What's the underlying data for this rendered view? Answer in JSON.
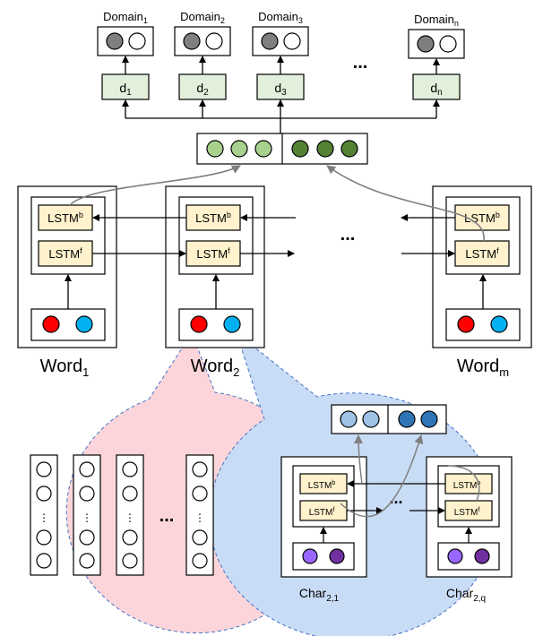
{
  "domains": [
    {
      "label": "Domain",
      "sub": "1",
      "decoder": "d",
      "decoder_sub": "1"
    },
    {
      "label": "Domain",
      "sub": "2",
      "decoder": "d",
      "decoder_sub": "2"
    },
    {
      "label": "Domain",
      "sub": "3",
      "decoder": "d",
      "decoder_sub": "3"
    },
    {
      "label": "Domain",
      "sub": "n",
      "decoder": "d",
      "decoder_sub": "n"
    }
  ],
  "domain_ellipsis": "...",
  "lstm_backward": {
    "base": "LSTM",
    "sup": "b"
  },
  "lstm_forward": {
    "base": "LSTM",
    "sup": "f"
  },
  "words": [
    {
      "label": "Word",
      "sub": "1"
    },
    {
      "label": "Word",
      "sub": "2"
    },
    {
      "label": "Word",
      "sub": "m"
    }
  ],
  "word_ellipsis": "...",
  "embedding_ellipsis": "...",
  "chars": [
    {
      "label": "Char",
      "sub": "2,1"
    },
    {
      "label": "Char",
      "sub": "2,q"
    }
  ],
  "char_ellipsis": "...",
  "colors": {
    "decoder_fill": "#e2efda",
    "lstm_fill": "#fff2cc",
    "pink_bubble": "#fcd5da",
    "blue_bubble": "#c9dcf6",
    "domain_dot": "#7f7f7f",
    "hidden_light_green": "#a9d18e",
    "hidden_dark_green": "#548235",
    "word_red": "#ff0000",
    "word_blue": "#00b0f0",
    "char_light_blue": "#9dc3e6",
    "char_dark_blue": "#2e75b6",
    "char_purple": "#9966ff",
    "char_dark_purple": "#7030a0"
  }
}
